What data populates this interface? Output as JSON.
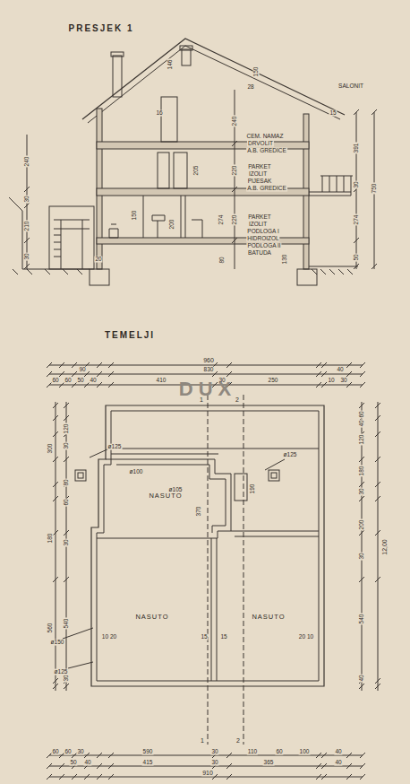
{
  "diagram": {
    "labels": [
      "PRESJEK 1",
      "SALONIT",
      "CEM. NAMAZ",
      "DRVOLIT",
      "A.B. GREDICE",
      "PARKET",
      "IZOLIT",
      "PIJESAK",
      "A.B. GREDICE",
      "PARKET",
      "IZOLIT",
      "PODLOGA I",
      "HIDROIZOL",
      "PODLOGA II",
      "BATUDA",
      "240",
      "220",
      "220",
      "205",
      "240",
      "30",
      "210",
      "30",
      "150",
      "200",
      "274",
      "391",
      "750",
      "274",
      "30",
      "50",
      "146",
      "150",
      "28",
      "16",
      "15",
      "130",
      "80",
      "20",
      "TEMELJI",
      "960",
      "90",
      "830",
      "40",
      "60",
      "60",
      "50",
      "40",
      "410",
      "30",
      "250",
      "10",
      "30",
      "DUX",
      "1",
      "2",
      "300",
      "180",
      "560",
      "120",
      "30",
      "80",
      "60",
      "30",
      "540",
      "30",
      "60",
      "40",
      "120",
      "180",
      "30",
      "200",
      "30",
      "540",
      "40",
      "12,00",
      "NASUTO",
      "NASUTO",
      "NASUTO",
      "ø125",
      "ø100",
      "ø105",
      "370",
      "190",
      "ø125",
      "ø150",
      "ø125",
      "10 20",
      "15",
      "15",
      "20 10",
      "1",
      "2",
      "60",
      "60",
      "30",
      "590",
      "30",
      "110",
      "60",
      "100",
      "40",
      "50",
      "40",
      "415",
      "30",
      "365",
      "40",
      "910"
    ]
  }
}
